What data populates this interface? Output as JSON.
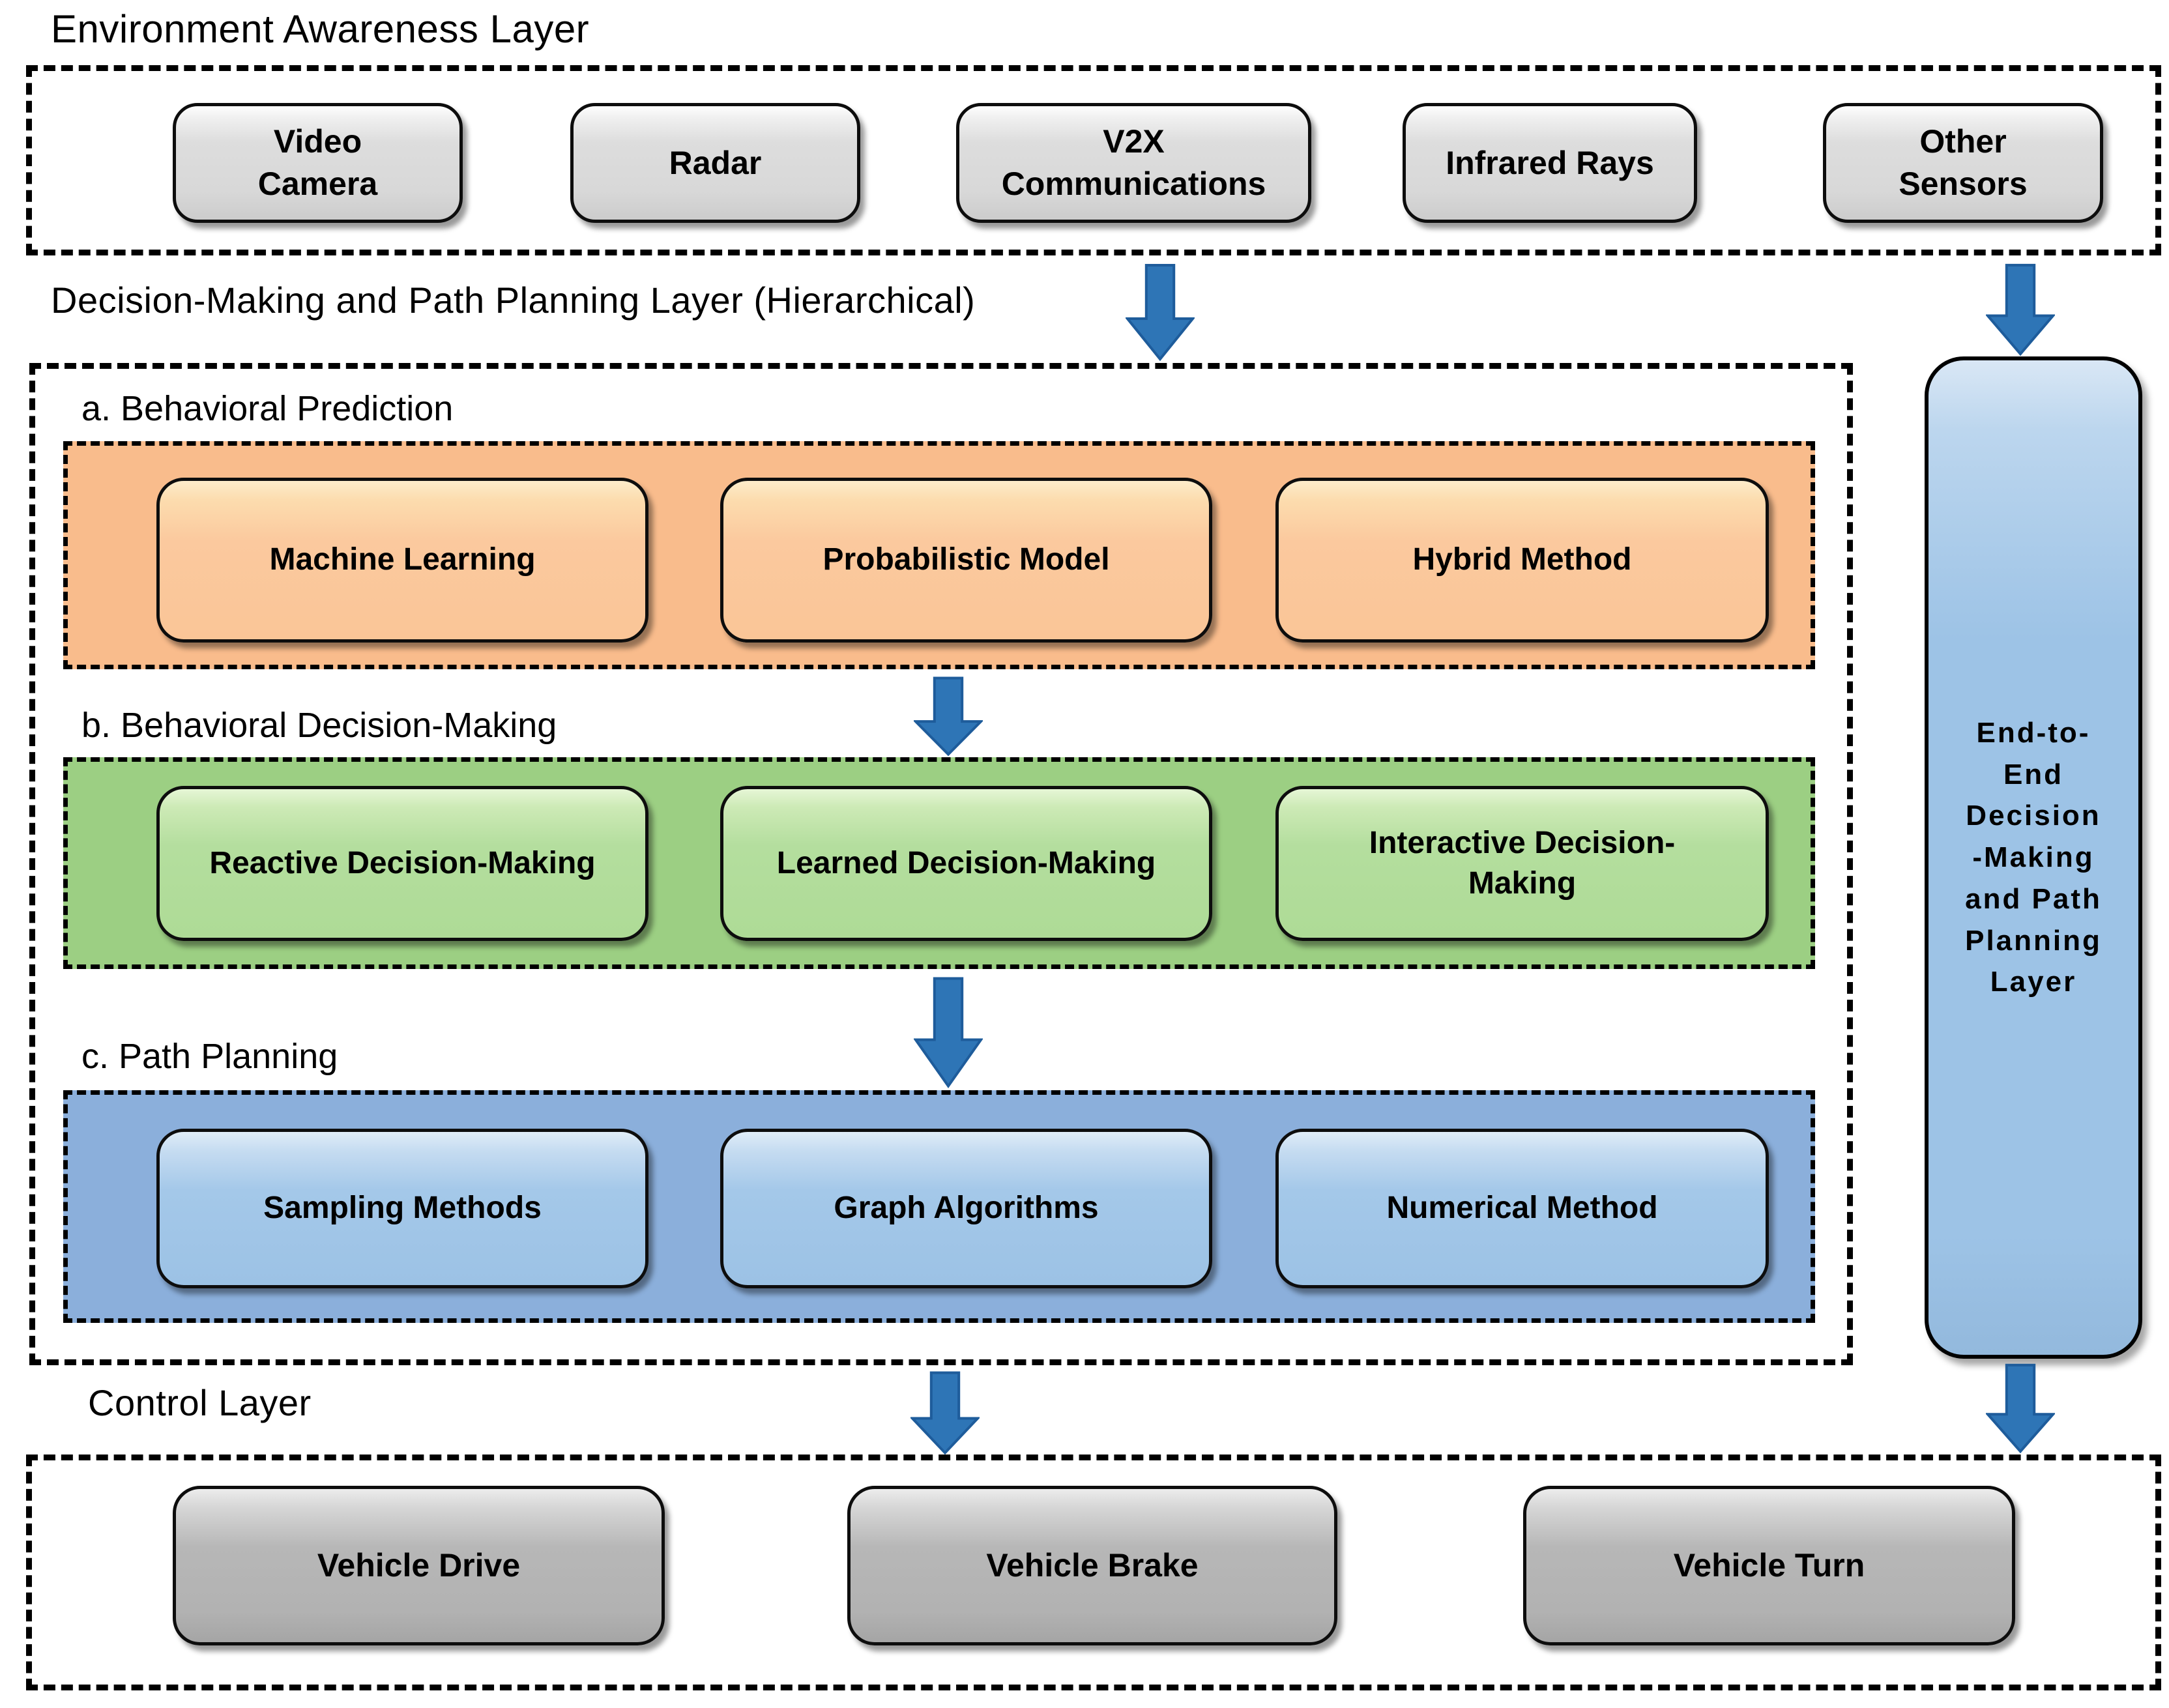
{
  "diagram": {
    "env": {
      "title": "Environment Awareness Layer",
      "sensors": [
        "Video\nCamera",
        "Radar",
        "V2X\nCommunications",
        "Infrared Rays",
        "Other\nSensors"
      ]
    },
    "decision": {
      "title": "Decision-Making and Path Planning Layer (Hierarchical)",
      "sections": [
        {
          "label": "a. Behavioral Prediction",
          "band_color": "#F9BC8C",
          "box_color": "#FAC597",
          "items": [
            "Machine Learning",
            "Probabilistic Model",
            "Hybrid Method"
          ]
        },
        {
          "label": "b. Behavioral Decision-Making",
          "band_color": "#9CCF83",
          "box_color": "#AEDB96",
          "items": [
            "Reactive Decision-Making",
            "Learned Decision-Making",
            "Interactive Decision-\nMaking"
          ]
        },
        {
          "label": "c. Path Planning",
          "band_color": "#8BAFDB",
          "box_color": "#9CC2E5",
          "items": [
            "Sampling Methods",
            "Graph Algorithms",
            "Numerical Method"
          ]
        }
      ]
    },
    "end_to_end": {
      "label": "End-to-\nEnd\nDecision\n-Making\nand Path\nPlanning\nLayer",
      "box_color": "#9DC3E6"
    },
    "control": {
      "title": "Control Layer",
      "items": [
        "Vehicle Drive",
        "Vehicle Brake",
        "Vehicle Turn"
      ]
    },
    "colors": {
      "sensor_box": "#D8D8D8",
      "control_box": "#B2B2B2",
      "arrow": "#2E75B6",
      "frame_border": "#000000"
    }
  }
}
